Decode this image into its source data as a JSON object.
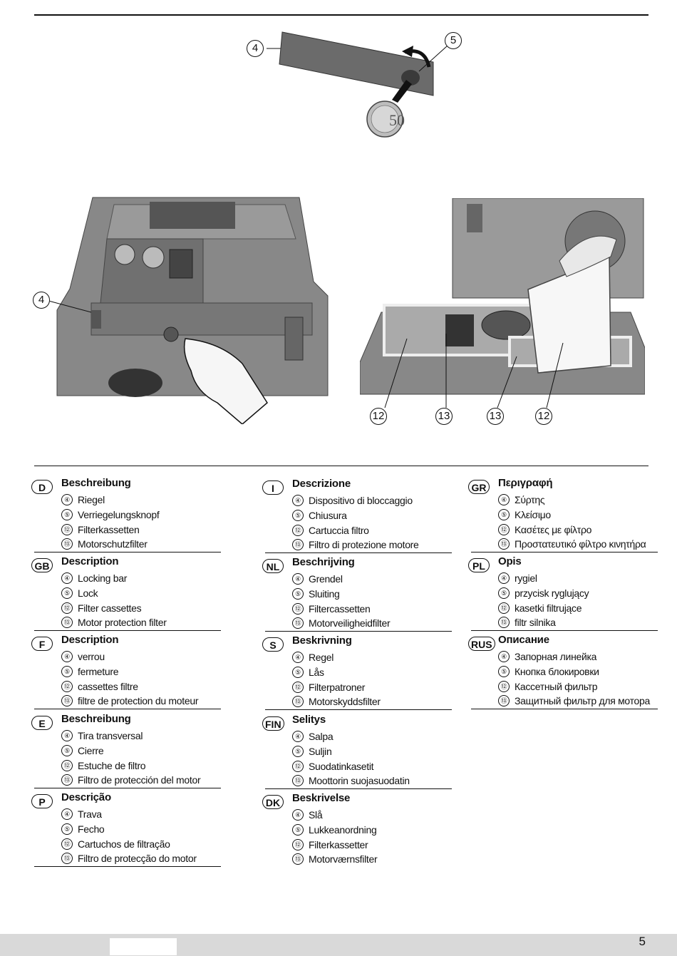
{
  "figures": {
    "top": {
      "callouts": [
        "4",
        "5"
      ]
    },
    "left": {
      "callouts": [
        "4"
      ]
    },
    "right": {
      "callouts": [
        "12",
        "13",
        "13",
        "12"
      ]
    }
  },
  "columns": [
    [
      {
        "code": "D",
        "title": "Beschreibung",
        "items": [
          "Riegel",
          "Verriegelungsknopf",
          "Filterkassetten",
          "Motorschutzfilter"
        ]
      },
      {
        "code": "GB",
        "title": "Description",
        "items": [
          "Locking bar",
          "Lock",
          "Filter cassettes",
          "Motor protection filter"
        ]
      },
      {
        "code": "F",
        "title": "Description",
        "items": [
          "verrou",
          "fermeture",
          "cassettes filtre",
          "filtre de protection du moteur"
        ]
      },
      {
        "code": "E",
        "title": "Beschreibung",
        "items": [
          "Tira transversal",
          "Cierre",
          "Estuche de filtro",
          "Filtro de protección del motor"
        ]
      },
      {
        "code": "P",
        "title": "Descrição",
        "items": [
          "Trava",
          "Fecho",
          "Cartuchos de filtração",
          "Filtro de protecção do motor"
        ]
      }
    ],
    [
      {
        "code": "I",
        "title": "Descrizione",
        "items": [
          "Dispositivo di bloccaggio",
          "Chiusura",
          "Cartuccia filtro",
          "Filtro di protezione motore"
        ]
      },
      {
        "code": "NL",
        "title": "Beschrijving",
        "items": [
          "Grendel",
          "Sluiting",
          "Filtercassetten",
          "Motorveiligheidfilter"
        ]
      },
      {
        "code": "S",
        "title": "Beskrivning",
        "items": [
          "Regel",
          "Lås",
          "Filterpatroner",
          "Motorskyddsfilter"
        ]
      },
      {
        "code": "FIN",
        "title": "Selitys",
        "items": [
          "Salpa",
          "Suljin",
          "Suodatinkasetit",
          "Moottorin suojasuodatin"
        ]
      },
      {
        "code": "DK",
        "title": "Beskrivelse",
        "items": [
          "Slå",
          "Lukkeanordning",
          "Filterkassetter",
          "Motorværnsfilter"
        ]
      }
    ],
    [
      {
        "code": "GR",
        "title": "Περιγραφή",
        "items": [
          "Σύρτης",
          "Κλείσιμο",
          "Κασέτες με φίλτρο",
          "Προστατευτικό φίλτρο κινητήρα"
        ]
      },
      {
        "code": "PL",
        "title": "Opis",
        "items": [
          "rygiel",
          "przycisk ryglujący",
          "kasetki filtrujące",
          "filtr silnika"
        ]
      },
      {
        "code": "RUS",
        "title": "Описание",
        "items": [
          "Запорная линейка",
          "Кнопка блокировки",
          "Кассетный фильтр",
          "Защитный фильтр для мотора"
        ]
      }
    ]
  ],
  "item_numbers": [
    "④",
    "⑤",
    "⑫",
    "⑬"
  ],
  "page_number": "5"
}
